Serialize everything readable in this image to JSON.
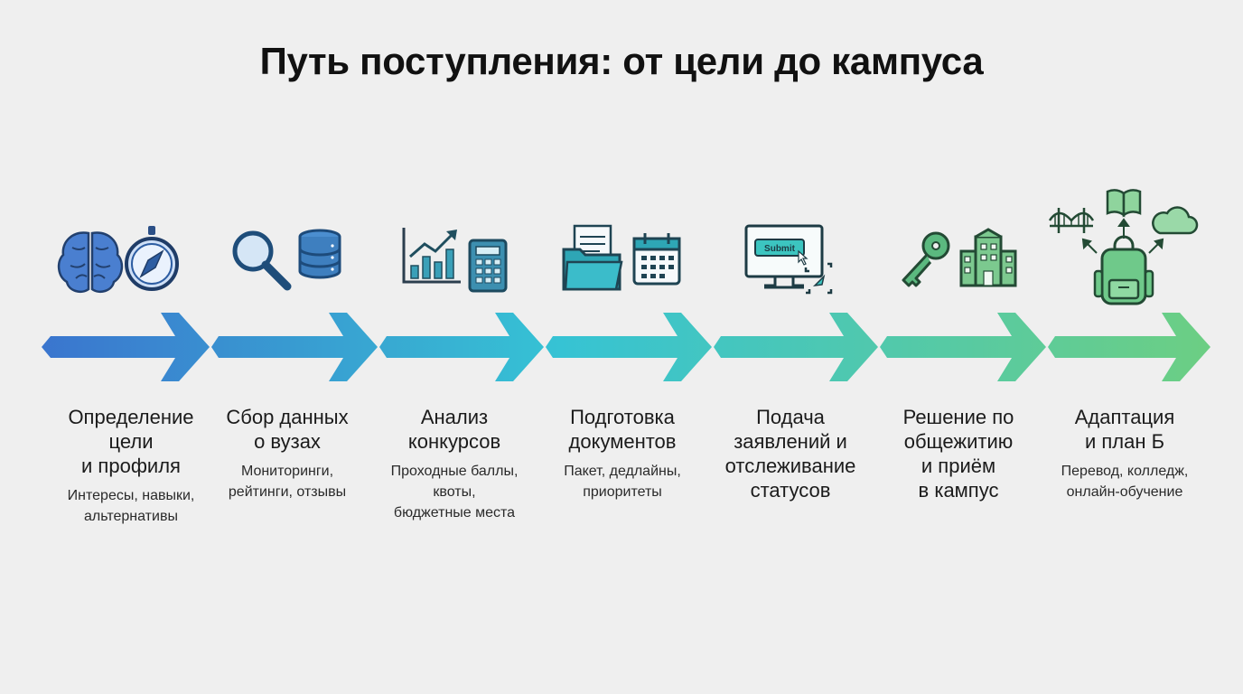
{
  "title": "Путь поступления: от цели до кампуса",
  "colors": {
    "gradient_start": "#3b6fce",
    "gradient_mid": "#36c3d4",
    "gradient_end": "#6fcf7f",
    "icon_blue": "#2f5fa8",
    "icon_teal": "#1e7e86",
    "icon_green": "#3c8b57"
  },
  "steps": [
    {
      "title": "Определение\nцели\nи профиля",
      "desc": "Интересы, навыки,\nальтернативы",
      "icons": [
        "brain-icon",
        "compass-icon"
      ]
    },
    {
      "title": "Сбор данных\nо вузах",
      "desc": "Мониторинги,\nрейтинги, отзывы",
      "icons": [
        "magnifier-icon",
        "database-icon"
      ]
    },
    {
      "title": "Анализ\nконкурсов",
      "desc": "Проходные баллы,\nквоты,\nбюджетные места",
      "icons": [
        "growth-chart-icon",
        "calculator-icon"
      ]
    },
    {
      "title": "Подготовка\nдокументов",
      "desc": "Пакет, дедлайны,\nприоритеты",
      "icons": [
        "folder-documents-icon",
        "calendar-icon"
      ]
    },
    {
      "title": "Подача\nзаявлений и\nотслеживание\nстатусов",
      "desc": "",
      "icons": [
        "submit-monitor-icon"
      ],
      "submit_label": "Submit"
    },
    {
      "title": "Решение по\nобщежитию\nи приём\nв кампус",
      "desc": "",
      "icons": [
        "key-icon",
        "dormitory-building-icon"
      ]
    },
    {
      "title": "Адаптация\nи план Б",
      "desc": "Перевод, колледж,\nонлайн-обучение",
      "icons": [
        "backpack-icon",
        "bridge-icon",
        "book-icon",
        "cloud-icon"
      ]
    }
  ]
}
